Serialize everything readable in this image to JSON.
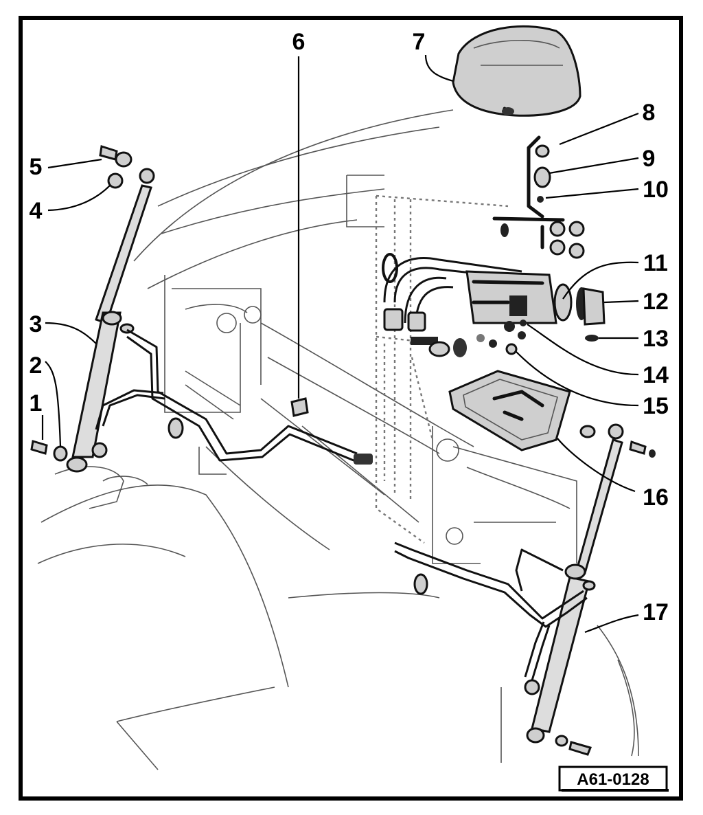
{
  "figure": {
    "reference_code": "A61-0128",
    "callouts": [
      {
        "id": "callout-1",
        "label": "1"
      },
      {
        "id": "callout-2",
        "label": "2"
      },
      {
        "id": "callout-3",
        "label": "3"
      },
      {
        "id": "callout-4",
        "label": "4"
      },
      {
        "id": "callout-5",
        "label": "5"
      },
      {
        "id": "callout-6",
        "label": "6"
      },
      {
        "id": "callout-7",
        "label": "7"
      },
      {
        "id": "callout-8",
        "label": "8"
      },
      {
        "id": "callout-9",
        "label": "9"
      },
      {
        "id": "callout-10",
        "label": "10"
      },
      {
        "id": "callout-11",
        "label": "11"
      },
      {
        "id": "callout-12",
        "label": "12"
      },
      {
        "id": "callout-13",
        "label": "13"
      },
      {
        "id": "callout-14",
        "label": "14"
      },
      {
        "id": "callout-15",
        "label": "15"
      },
      {
        "id": "callout-16",
        "label": "16"
      },
      {
        "id": "callout-17",
        "label": "17"
      }
    ]
  }
}
